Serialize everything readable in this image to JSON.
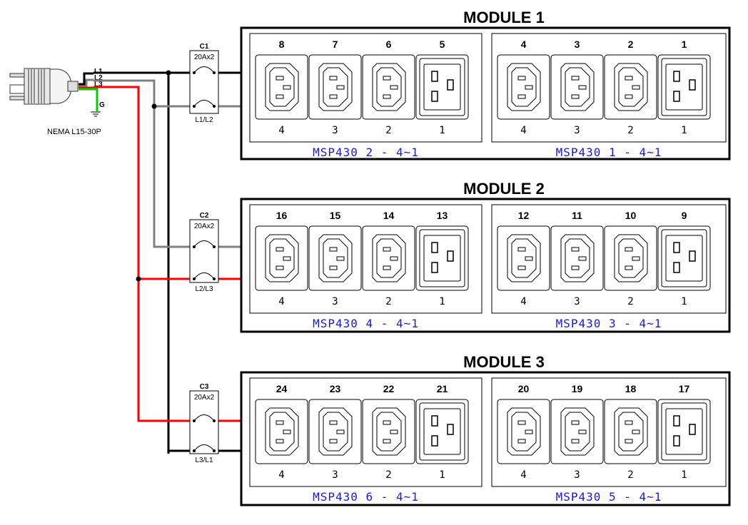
{
  "plug": {
    "label": "NEMA L15-30P",
    "lines": [
      "L1",
      "L2",
      "L3"
    ],
    "ground": "G"
  },
  "wire_colors": {
    "L1": "#000000",
    "L2": "#808080",
    "L3": "#ff0000",
    "G": "#00cc00"
  },
  "breakers": [
    {
      "id": "C1",
      "rating": "20Ax2",
      "phases": "L1/L2"
    },
    {
      "id": "C2",
      "rating": "20Ax2",
      "phases": "L2/L3"
    },
    {
      "id": "C3",
      "rating": "20Ax2",
      "phases": "L3/L1"
    }
  ],
  "modules": [
    {
      "title": "MODULE 1",
      "banks": [
        {
          "label": "MSP430 2 - 4~1",
          "outlets": [
            {
              "num": "8",
              "port": "4",
              "type": "C13"
            },
            {
              "num": "7",
              "port": "3",
              "type": "C13"
            },
            {
              "num": "6",
              "port": "2",
              "type": "C13"
            },
            {
              "num": "5",
              "port": "1",
              "type": "C19"
            }
          ]
        },
        {
          "label": "MSP430 1 - 4~1",
          "outlets": [
            {
              "num": "4",
              "port": "4",
              "type": "C13"
            },
            {
              "num": "3",
              "port": "3",
              "type": "C13"
            },
            {
              "num": "2",
              "port": "2",
              "type": "C13"
            },
            {
              "num": "1",
              "port": "1",
              "type": "C19"
            }
          ]
        }
      ]
    },
    {
      "title": "MODULE 2",
      "banks": [
        {
          "label": "MSP430 4 - 4~1",
          "outlets": [
            {
              "num": "16",
              "port": "4",
              "type": "C13"
            },
            {
              "num": "15",
              "port": "3",
              "type": "C13"
            },
            {
              "num": "14",
              "port": "2",
              "type": "C13"
            },
            {
              "num": "13",
              "port": "1",
              "type": "C19"
            }
          ]
        },
        {
          "label": "MSP430 3 - 4~1",
          "outlets": [
            {
              "num": "12",
              "port": "4",
              "type": "C13"
            },
            {
              "num": "11",
              "port": "3",
              "type": "C13"
            },
            {
              "num": "10",
              "port": "2",
              "type": "C13"
            },
            {
              "num": "9",
              "port": "1",
              "type": "C19"
            }
          ]
        }
      ]
    },
    {
      "title": "MODULE 3",
      "banks": [
        {
          "label": "MSP430 6 - 4~1",
          "outlets": [
            {
              "num": "24",
              "port": "4",
              "type": "C13"
            },
            {
              "num": "23",
              "port": "3",
              "type": "C13"
            },
            {
              "num": "22",
              "port": "2",
              "type": "C13"
            },
            {
              "num": "21",
              "port": "1",
              "type": "C19"
            }
          ]
        },
        {
          "label": "MSP430 5 - 4~1",
          "outlets": [
            {
              "num": "20",
              "port": "4",
              "type": "C13"
            },
            {
              "num": "19",
              "port": "3",
              "type": "C13"
            },
            {
              "num": "18",
              "port": "2",
              "type": "C13"
            },
            {
              "num": "17",
              "port": "1",
              "type": "C19"
            }
          ]
        }
      ]
    }
  ]
}
